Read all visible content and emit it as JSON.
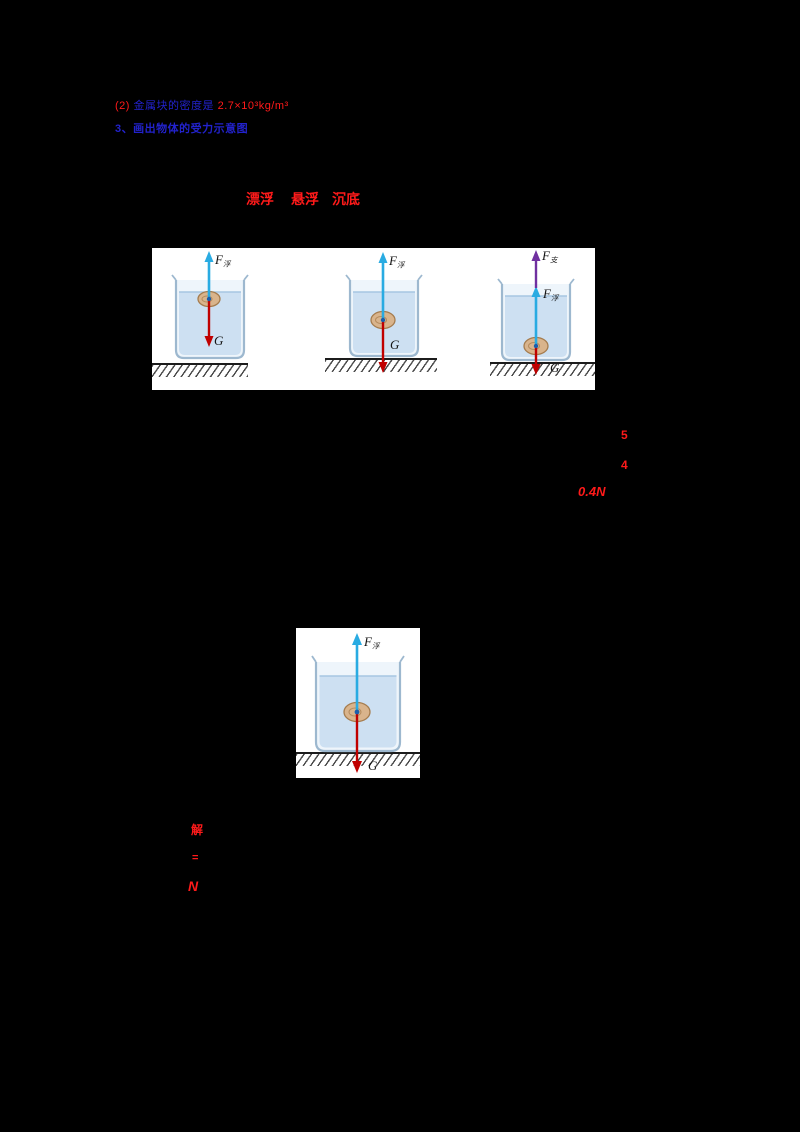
{
  "page": {
    "background": "#000000",
    "panel_background": "#ffffff"
  },
  "colors": {
    "buoyancy_arrow": "#29abe2",
    "gravity_arrow": "#c00000",
    "support_arrow": "#7030a0",
    "red_text": "#fe1a1a",
    "blue_text": "#2222cc"
  },
  "header": {
    "line1_prefix": "(2)",
    "line1_mid": "金属块的密度是",
    "line1_tail": "2.7×10³kg/m³",
    "line2": "3、画出物体的受力示意图"
  },
  "state_labels": [
    "漂浮",
    "悬浮",
    "沉底"
  ],
  "labels": {
    "F": "F",
    "fu": "浮",
    "zhi": "支",
    "G": "G"
  },
  "notes_right": {
    "frac_top": "5",
    "frac_bottom": "4",
    "value": "0.4N"
  },
  "marks_left": {
    "m1": "解",
    "m2": "=",
    "m3": "N"
  }
}
